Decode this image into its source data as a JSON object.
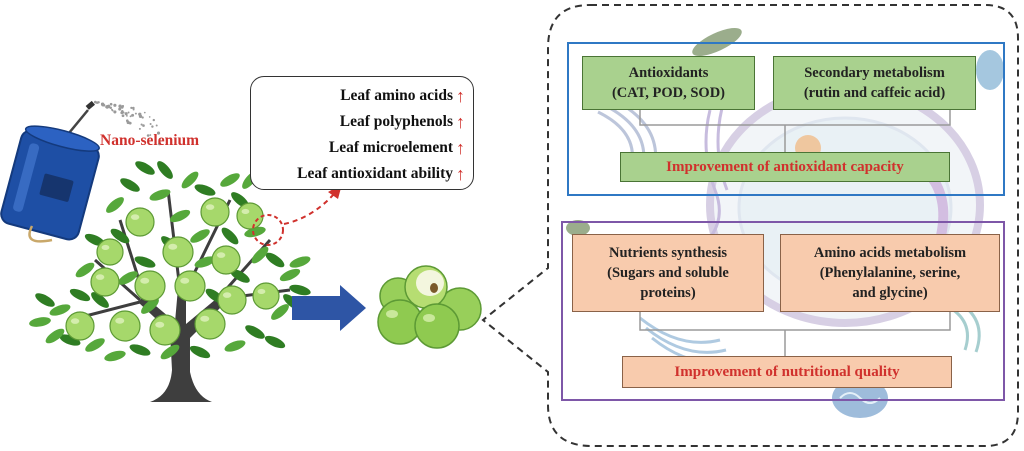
{
  "spray": {
    "agent_label": "Nano-selenium"
  },
  "leaf_effects": {
    "items": [
      {
        "label": "Leaf amino acids",
        "trend": "↑"
      },
      {
        "label": "Leaf polyphenols",
        "trend": "↑"
      },
      {
        "label": "Leaf microelement",
        "trend": "↑"
      },
      {
        "label": "Leaf antioxidant ability",
        "trend": "↑"
      }
    ]
  },
  "antioxidant_panel": {
    "antioxidants": {
      "lines": [
        "Antioxidants",
        "(CAT, POD, SOD)"
      ]
    },
    "secondary_metabolism": {
      "lines": [
        "Secondary metabolism",
        "(rutin and caffeic acid)"
      ]
    },
    "outcome": "Improvement of antioxidant capacity"
  },
  "nutrition_panel": {
    "nutrients_synthesis": {
      "lines": [
        "Nutrients synthesis",
        "(Sugars and soluble",
        "proteins)"
      ]
    },
    "amino_acids_metabolism": {
      "lines": [
        "Amino acids metabolism",
        "(Phenylalanine, serine,",
        "and glycine)"
      ]
    },
    "outcome": "Improvement of nutritional quality"
  },
  "colors": {
    "accent_red": "#d0312d",
    "green_box": "#a9d18e",
    "peach_box": "#f8cbad",
    "antioxidant_frame": "#2f78c4",
    "nutrition_frame": "#7e57a8",
    "arrow_blue": "#2e55a5"
  },
  "icons": [
    "sprayer-icon",
    "fruit-tree-icon",
    "fruit-cluster-icon",
    "right-arrow-icon",
    "up-arrow-icon",
    "cell-organelles-icon"
  ]
}
